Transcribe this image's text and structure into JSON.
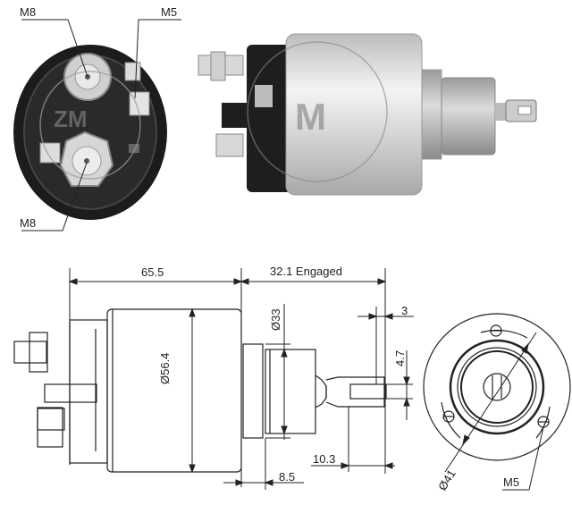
{
  "photo_end_view": {
    "labels": {
      "top_left_terminal": "M8",
      "top_right_terminal": "M5",
      "bottom_terminal": "M8"
    }
  },
  "photo_side_view": {
    "description": "Solenoid switch side photo with watermark"
  },
  "drawing_side_view": {
    "dimensions": {
      "body_length": "65.5",
      "engaged_stroke": "32.1 Engaged",
      "body_diameter": "Ø56.4",
      "nose_diameter": "Ø33",
      "flange_thickness": "8.5",
      "plunger_eye_length": "10.3",
      "eye_offset": "3",
      "eye_width": "4.7"
    }
  },
  "drawing_end_view": {
    "dimensions": {
      "bolt_circle": "Ø41",
      "mounting_thread": "M5"
    }
  },
  "colors": {
    "line": "#222222",
    "background": "#ffffff",
    "body_dark": "#1a1a1a",
    "metal_light": "#d9d9d9"
  }
}
